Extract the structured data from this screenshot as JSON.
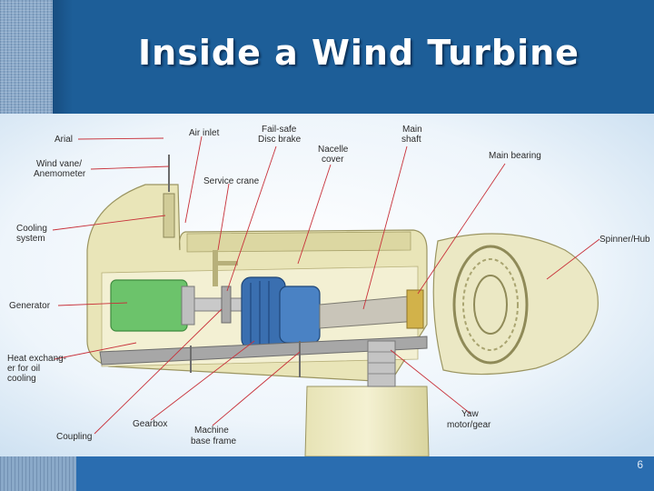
{
  "title": "Inside a Wind Turbine",
  "page_number": "6",
  "colors": {
    "background": "#1d5e98",
    "accent_line": "#c8313a",
    "nacelle": "#e8e4b6",
    "gearbox": "#3a6fb0",
    "generator": "#6cc36b"
  },
  "labels": {
    "arial": "Arial",
    "wind_vane_1": "Wind vane/",
    "wind_vane_2": "Anemometer",
    "cooling_1": "Cooling",
    "cooling_2": "system",
    "generator": "Generator",
    "heat_1": "Heat exchang-",
    "heat_2": "er for oil",
    "heat_3": "cooling",
    "coupling": "Coupling",
    "gearbox": "Gearbox",
    "frame_1": "Machine",
    "frame_2": "base frame",
    "air_inlet": "Air inlet",
    "failsafe_1": "Fail-safe",
    "failsafe_2": "Disc brake",
    "service_crane": "Service crane",
    "nacelle_1": "Nacelle",
    "nacelle_2": "cover",
    "shaft_1": "Main",
    "shaft_2": "shaft",
    "main_bearing": "Main bearing",
    "spinner": "Spinner/Hub",
    "yaw_1": "Yaw",
    "yaw_2": "motor/gear"
  }
}
